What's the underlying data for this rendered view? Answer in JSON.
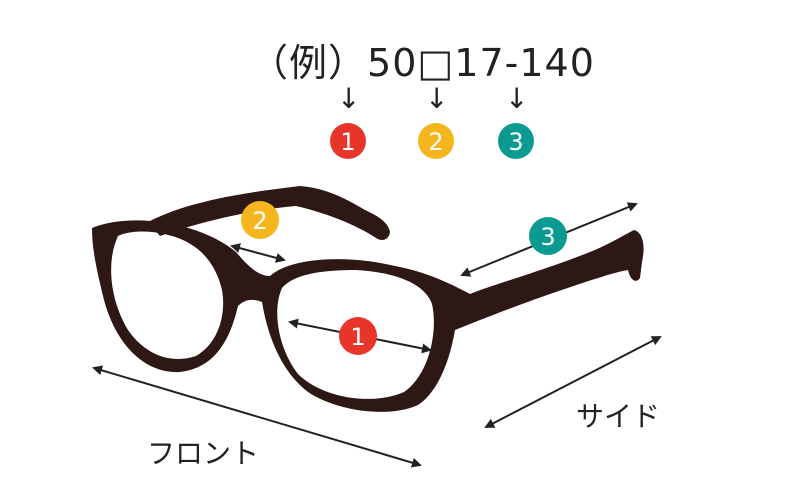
{
  "example": {
    "prefix": "（例）",
    "lens_width": "50",
    "separator": "□",
    "bridge_width": "17",
    "dash": "-",
    "temple_length": "140"
  },
  "arrow_glyph": "↓",
  "badges": [
    {
      "number": "1",
      "color": "#e8352a"
    },
    {
      "number": "2",
      "color": "#f5b51c"
    },
    {
      "number": "3",
      "color": "#0a9a91"
    }
  ],
  "labels": {
    "front": "フロント",
    "side": "サイド"
  },
  "colors": {
    "frame": "#2e1816",
    "text": "#222222"
  }
}
